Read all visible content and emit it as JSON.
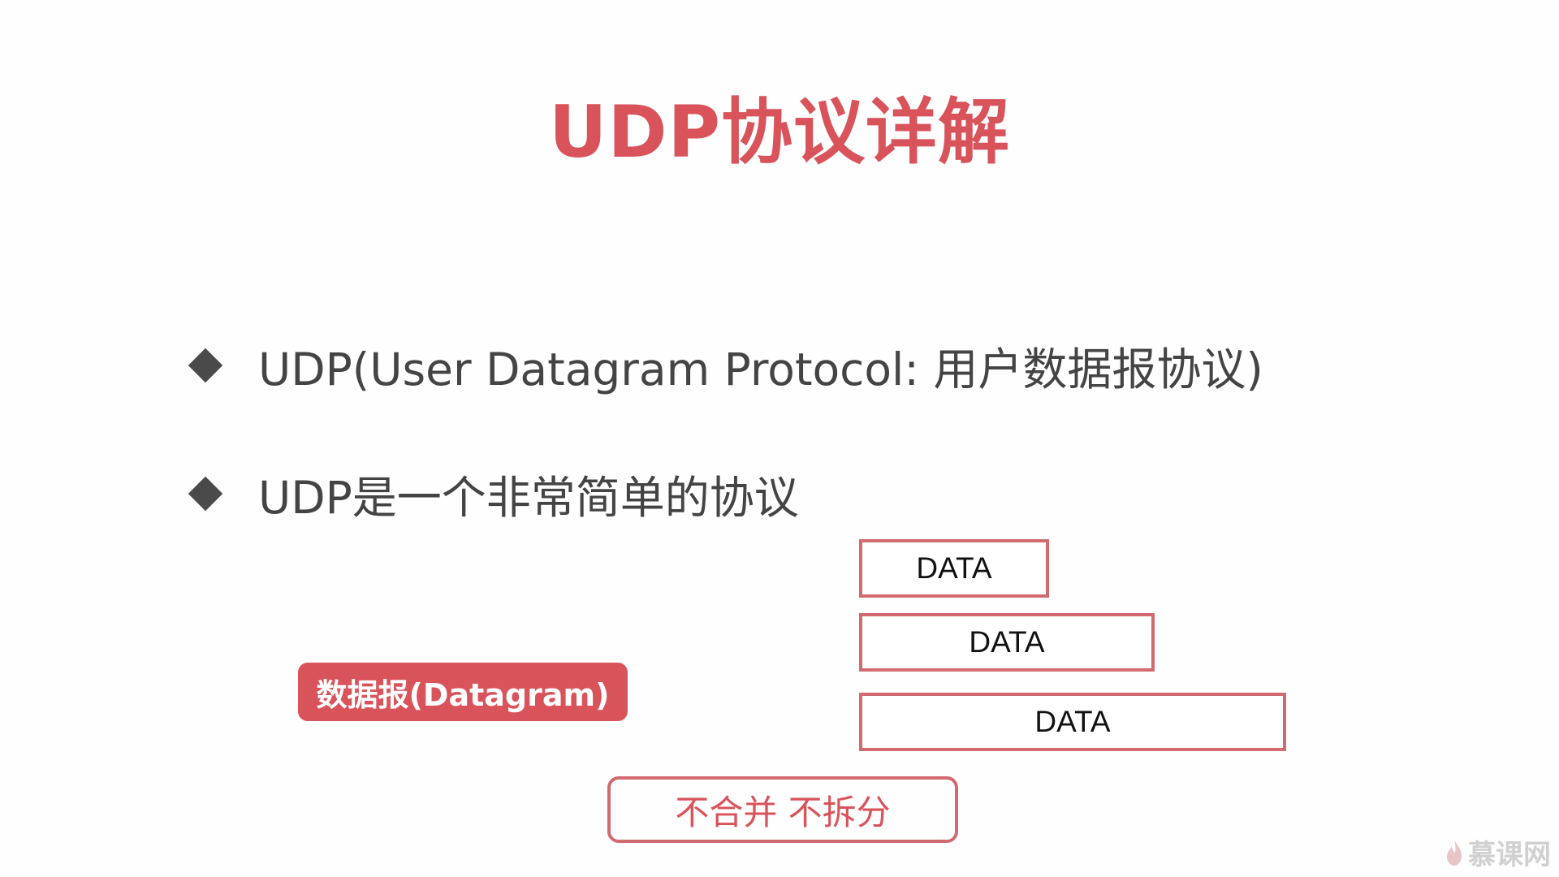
{
  "slide": {
    "title": "UDP协议详解",
    "bullets": [
      "UDP(User Datagram Protocol: 用户数据报协议)",
      "UDP是一个非常简单的协议"
    ],
    "diagram": {
      "datagram_label": "数据报(Datagram)",
      "data_boxes": [
        "DATA",
        "DATA",
        "DATA"
      ],
      "note": "不合并 不拆分"
    },
    "watermark": "慕课网"
  },
  "colors": {
    "accent": "#d9535a",
    "box_border": "#d26a70",
    "text": "#444444"
  }
}
